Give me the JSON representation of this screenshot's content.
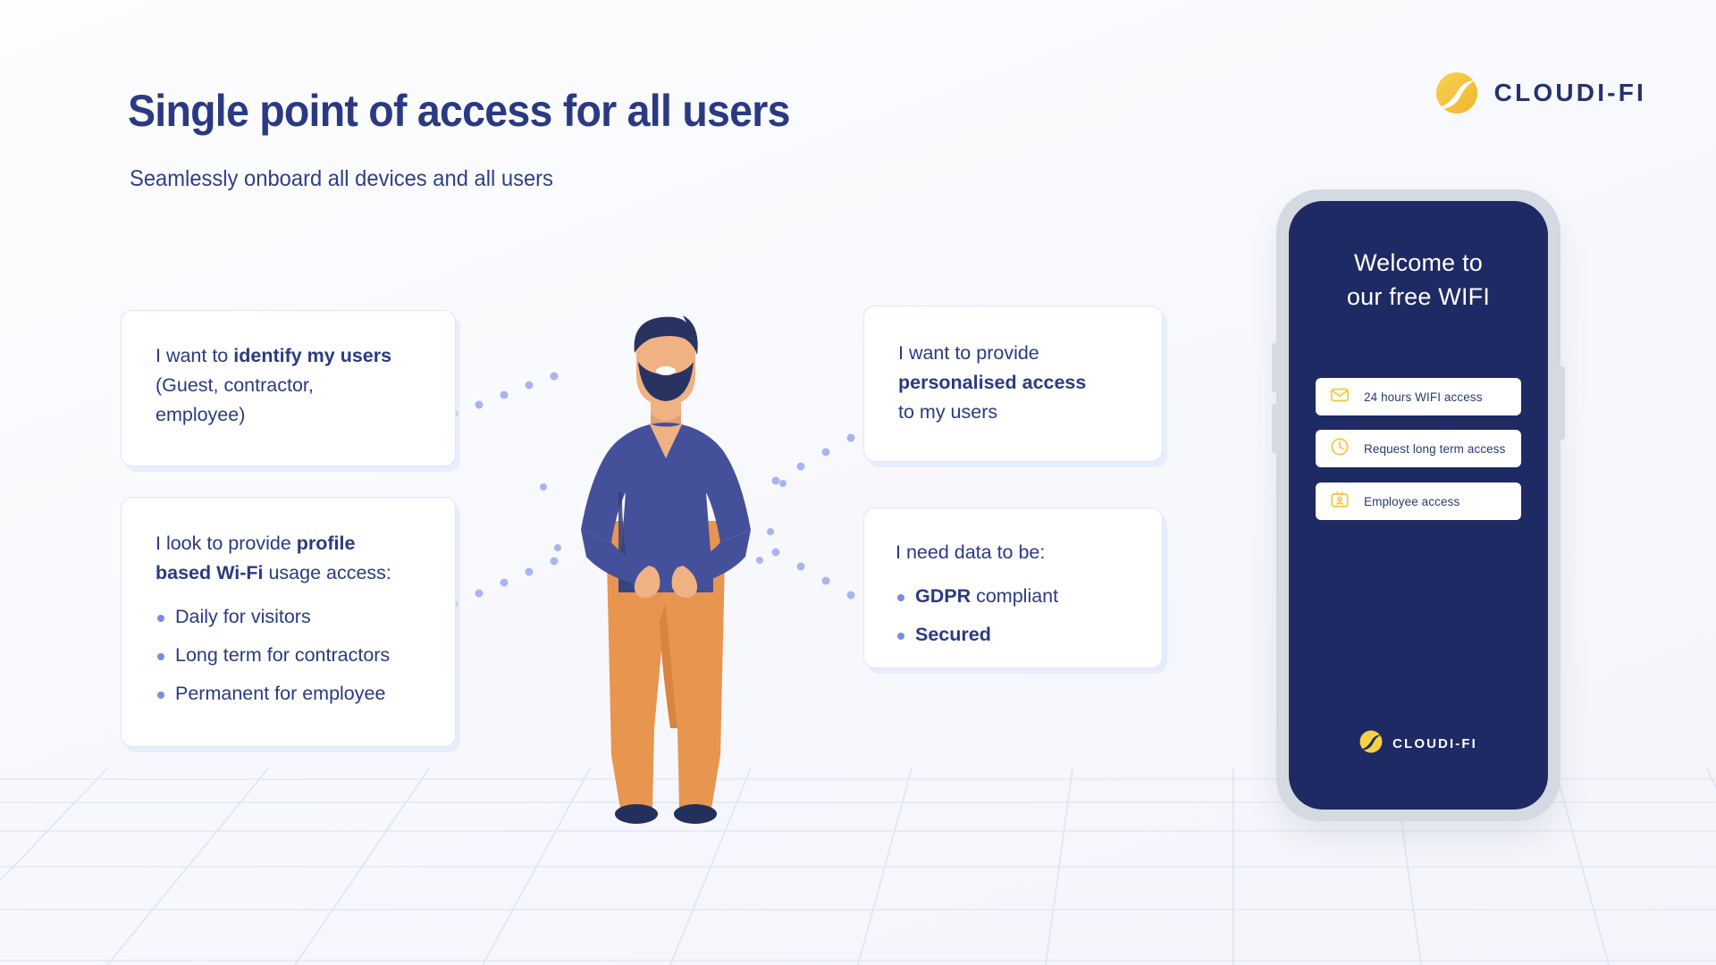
{
  "header": {
    "title": "Single point of access for all users",
    "subtitle": "Seamlessly onboard all devices and all users"
  },
  "brand": {
    "name": "CLOUDI-FI",
    "logo_icon": "cloudi-fi-swoosh-logo",
    "colors": {
      "mark": "#f5c744",
      "text": "#25326f"
    }
  },
  "cards": [
    {
      "id": "identify-users",
      "line1_prefix": "I want to ",
      "line1_bold": "identify my users",
      "line2": "(Guest, contractor,",
      "line3": "employee)"
    },
    {
      "id": "profile-based-wifi",
      "line1_prefix": "I look to provide ",
      "line1_bold": "profile",
      "line2_bold": "based Wi-Fi",
      "line2_suffix": " usage access:",
      "bullets": [
        "Daily for visitors",
        "Long term for contractors",
        "Permanent for employee"
      ]
    },
    {
      "id": "personalised-access",
      "line1": "I want to provide",
      "line2_bold": "personalised access",
      "line3": "to my users"
    },
    {
      "id": "data-requirements",
      "lead": "I need data to be:",
      "bullets": [
        {
          "bold": "GDPR",
          "rest": " compliant"
        },
        {
          "bold": "Secured",
          "rest": ""
        }
      ]
    }
  ],
  "phone": {
    "welcome_line1": "Welcome to",
    "welcome_line2": "our free WIFI",
    "options": [
      {
        "label": "24 hours WIFI access",
        "icon": "envelope-icon"
      },
      {
        "label": "Request long term access",
        "icon": "clock-icon"
      },
      {
        "label": "Employee access",
        "icon": "id-badge-icon"
      }
    ],
    "footer_brand": "CLOUDI-FI",
    "colors": {
      "screen_bg": "#1e2a63",
      "frame": "#d4d9e2",
      "accent": "#f5c744",
      "option_bg": "#ffffff"
    }
  },
  "illustration": {
    "name": "standing-man-hands-on-hips",
    "colors": {
      "hair": "#283362",
      "skin": "#f0b183",
      "sweater": "#44509a",
      "trousers": "#e89550",
      "shoes": "#23305c"
    }
  },
  "theme": {
    "background": "#f7f8fc",
    "navy": "#2a3a82",
    "bullet": "#7b8be0",
    "dot_connector": "#a8b5f0",
    "grid_line": "#e3e7f7",
    "card_border": "#dfe6fb"
  }
}
